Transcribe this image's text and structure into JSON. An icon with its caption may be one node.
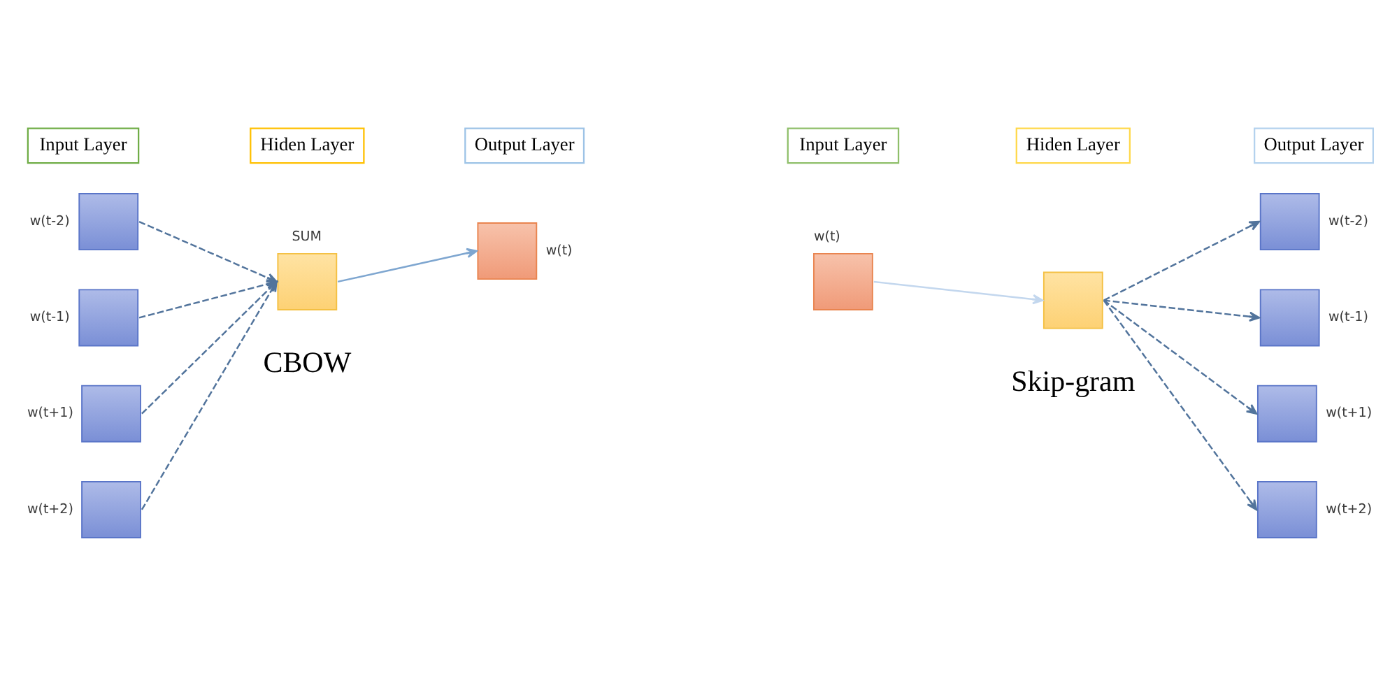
{
  "diagram": {
    "nodes": [
      {
        "text": [
          "Input Layer"
        ]
      },
      {
        "text": [
          "Hiden Layer"
        ]
      },
      {
        "text": [
          "Output Layer"
        ]
      },
      {
        "text": [],
        "shape": "box",
        "beside": [
          "w(t-2)"
        ]
      },
      {
        "text": [],
        "shape": "box",
        "beside": [
          "w(t-1)"
        ]
      },
      {
        "text": [],
        "shape": "box",
        "beside": [
          "SUM"
        ]
      },
      {
        "text": [],
        "shape": "box",
        "beside": [
          "w(t)"
        ]
      },
      {
        "text": [],
        "shape": "box",
        "beside": [
          "w(t+1)"
        ]
      },
      {
        "text": [],
        "shape": "box",
        "beside": [
          "w(t+2)"
        ]
      },
      {
        "text": [
          "Input Layer"
        ]
      },
      {
        "text": [
          "Hiden Layer"
        ]
      },
      {
        "text": [
          "Output Layer"
        ]
      },
      {
        "text": [],
        "shape": "box",
        "beside": [
          "w(t-2)"
        ]
      },
      {
        "text": [],
        "shape": "box",
        "beside": [
          "w(t-1)"
        ]
      },
      {
        "text": [],
        "shape": "box",
        "beside": [
          "w(t)"
        ]
      },
      {
        "text": [],
        "shape": "box"
      },
      {
        "text": [],
        "shape": "box",
        "beside": [
          "w(t+1)"
        ]
      },
      {
        "text": [],
        "shape": "box",
        "beside": [
          "w(t+2)"
        ]
      }
    ],
    "edges": [
      {
        "from": 3,
        "to": 5,
        "arrow": "to",
        "style": "dashed"
      },
      {
        "from": 4,
        "to": 5,
        "arrow": "to",
        "style": "dashed"
      },
      {
        "from": 7,
        "to": 5,
        "arrow": "to",
        "style": "dashed"
      },
      {
        "from": 8,
        "to": 5,
        "arrow": "to",
        "style": "dashed"
      },
      {
        "from": 5,
        "to": 6,
        "arrow": "to",
        "color": "#7ea6d0"
      },
      {
        "from": 14,
        "to": 15,
        "arrow": "to",
        "color": "#c3d7ee"
      },
      {
        "from": 15,
        "to": 12,
        "arrow": "to",
        "style": "dashed"
      },
      {
        "from": 15,
        "to": 13,
        "arrow": "to",
        "style": "dashed"
      },
      {
        "from": 15,
        "to": 16,
        "arrow": "to",
        "style": "dashed"
      },
      {
        "from": 15,
        "to": 17,
        "arrow": "to",
        "style": "dashed"
      }
    ],
    "labels": [
      "CBOW",
      "Skip-gram"
    ]
  }
}
